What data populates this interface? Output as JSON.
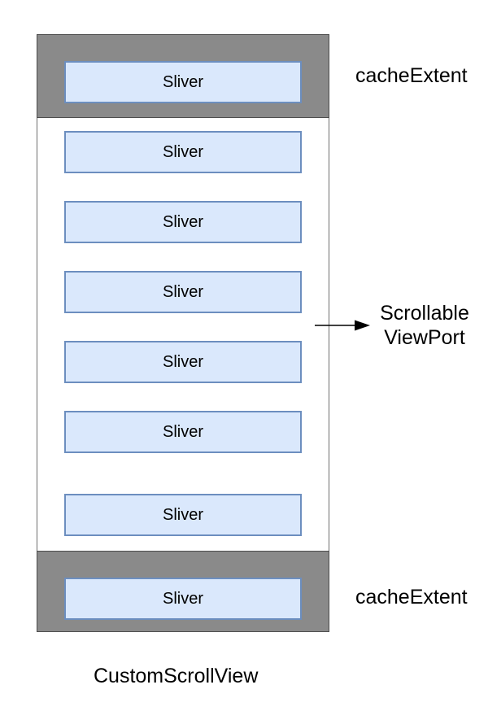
{
  "diagram": {
    "type": "flutter-customscrollview-cache-extent-diagram",
    "title": "CustomScrollView",
    "cache_extent_top": {
      "label": "cacheExtent"
    },
    "cache_extent_bottom": {
      "label": "cacheExtent"
    },
    "viewport_label": {
      "line1": "Scrollable",
      "line2": "ViewPort"
    },
    "slivers": [
      {
        "label": "Sliver",
        "region": "top-cache-extent"
      },
      {
        "label": "Sliver",
        "region": "viewport"
      },
      {
        "label": "Sliver",
        "region": "viewport"
      },
      {
        "label": "Sliver",
        "region": "viewport"
      },
      {
        "label": "Sliver",
        "region": "viewport"
      },
      {
        "label": "Sliver",
        "region": "viewport"
      },
      {
        "label": "Sliver",
        "region": "viewport"
      },
      {
        "label": "Sliver",
        "region": "bottom-cache-extent"
      }
    ],
    "colors": {
      "cache_extent_fill": "#8a8a8a",
      "cache_extent_border": "#4d4d4d",
      "sliver_fill": "#dae8fc",
      "sliver_border": "#6c8ebf",
      "viewport_fill": "#ffffff",
      "viewport_border": "#6e6e6e",
      "text": "#000000",
      "arrow": "#000000"
    }
  }
}
